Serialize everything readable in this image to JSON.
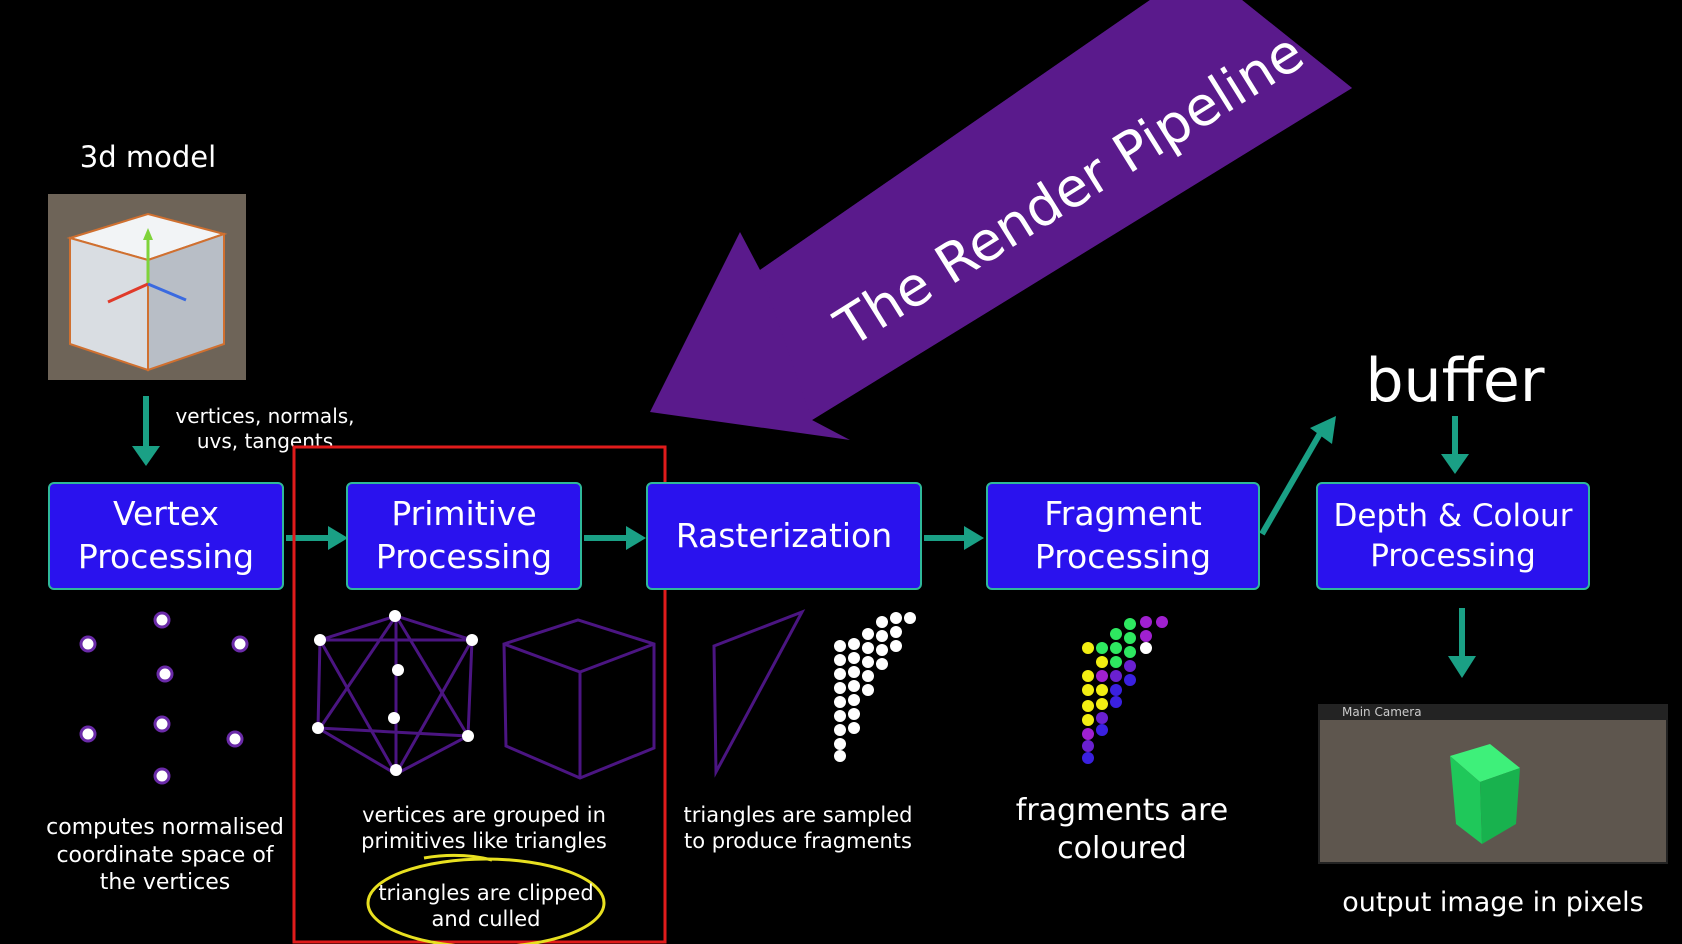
{
  "banner": {
    "text": "The Render Pipeline",
    "color": "#5a1a8c"
  },
  "model": {
    "label": "3d model"
  },
  "inputs_label": "vertices, normals,\nuvs, tangents",
  "stages": [
    {
      "id": "vertex",
      "label": "Vertex\nProcessing"
    },
    {
      "id": "primitive",
      "label": "Primitive\nProcessing"
    },
    {
      "id": "raster",
      "label": "Rasterization"
    },
    {
      "id": "fragment",
      "label": "Fragment\nProcessing"
    },
    {
      "id": "depth",
      "label": "Depth & Colour\nProcessing"
    }
  ],
  "buffer_label": "buffer",
  "captions": {
    "vertex": "computes normalised\ncoordinate space of\nthe vertices",
    "primitive": "vertices are grouped in\nprimitives like triangles",
    "clipped": "triangles are clipped\nand culled",
    "raster": "triangles are sampled\nto produce fragments",
    "fragment": "fragments are\ncoloured",
    "output": "output image in pixels"
  },
  "camera": {
    "title": "Main Camera"
  },
  "colors": {
    "stage_fill": "#2a12ee",
    "stage_border": "#2fb89a",
    "arrow": "#1aa085",
    "highlight_box": "#e01b1b",
    "highlight_ellipse": "#e8e020",
    "wire": "#4b1582"
  }
}
